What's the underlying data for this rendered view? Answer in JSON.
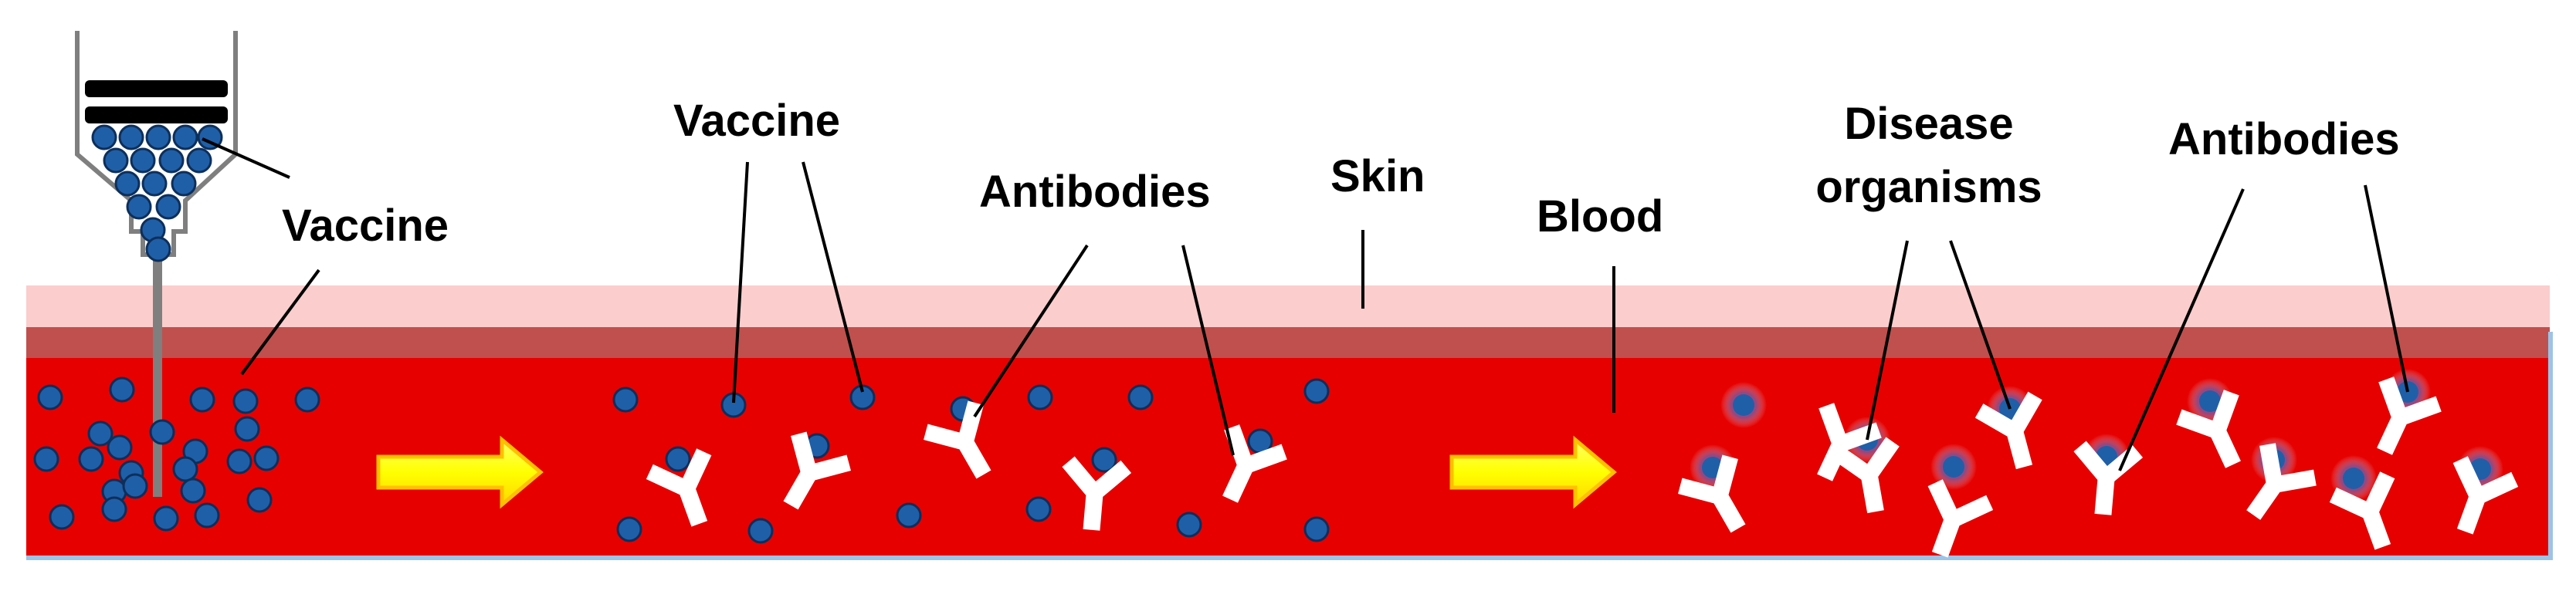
{
  "labels": {
    "vaccine_syringe": "Vaccine",
    "vaccine_mid": "Vaccine",
    "antibodies_mid": "Antibodies",
    "skin": "Skin",
    "blood": "Blood",
    "disease_line1": "Disease",
    "disease_line2": "organisms",
    "antibodies_right": "Antibodies"
  },
  "colors": {
    "skin_surface": "#fbcdcd",
    "skin_dermis": "#c0504d",
    "blood": "#e60000",
    "particle": "#1f5fa8",
    "particle_glow": "#3366cc",
    "antibody": "#ffffff",
    "arrow_fill": "#ffff00",
    "arrow_edge": "#ffc000"
  },
  "icons": {
    "syringe": "syringe-icon",
    "arrow": "right-arrow-icon",
    "antibody": "antibody-y-icon",
    "vaccine_particle": "vaccine-particle-icon",
    "disease_organism": "disease-organism-icon"
  }
}
